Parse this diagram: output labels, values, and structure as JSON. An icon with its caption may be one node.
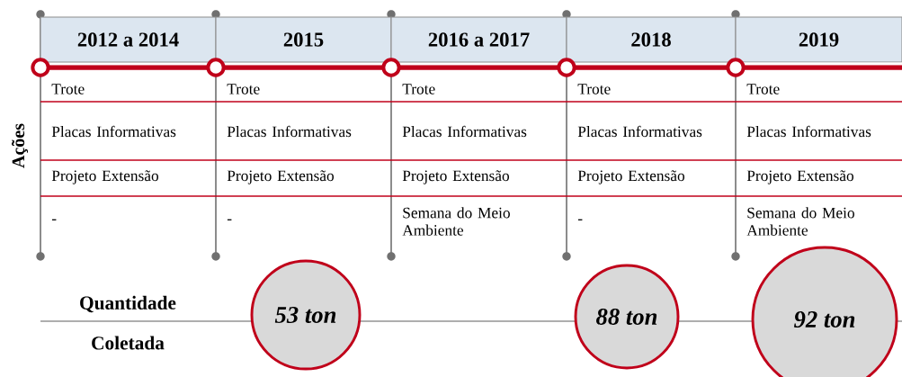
{
  "diagram": {
    "nodes": [
      {
        "text": [
          "2012 a 2014"
        ]
      },
      {
        "text": [
          "2015"
        ]
      },
      {
        "text": [
          "2016 a 2017"
        ]
      },
      {
        "text": [
          "2018"
        ]
      },
      {
        "text": [
          "2019"
        ]
      },
      {
        "text": [
          "53 ton"
        ]
      },
      {
        "text": [
          "88 ton"
        ]
      },
      {
        "text": [
          "92 ton"
        ]
      }
    ],
    "labels": [
      "Ações",
      "Trote",
      "Trote",
      "Trote",
      "Trote",
      "Trote",
      "Placas Informativas",
      "Placas Informativas",
      "Placas Informativas",
      "Placas Informativas",
      "Placas Informativas",
      "Projeto Extensão",
      "Projeto Extensão",
      "Projeto Extensão",
      "Projeto Extensão",
      "Projeto Extensão",
      "-",
      "-",
      "Semana do Meio Ambiente",
      "-",
      "Semana do Meio Ambiente",
      "Quantidade",
      "Coletada"
    ]
  }
}
